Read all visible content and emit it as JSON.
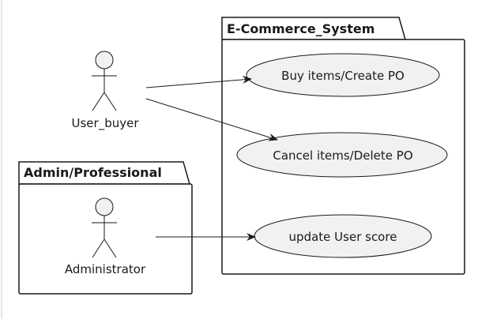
{
  "packages": {
    "ecommerce": {
      "title": "E-Commerce_System"
    },
    "admin": {
      "title": "Admin/Professional"
    }
  },
  "actors": {
    "buyer": {
      "name": "User_buyer"
    },
    "administrator": {
      "name": "Administrator"
    }
  },
  "use_cases": {
    "buy": {
      "label": "Buy items/Create PO"
    },
    "cancel": {
      "label": "Cancel items/Delete PO"
    },
    "update_score": {
      "label": "update User score"
    }
  },
  "associations": [
    {
      "from": "User_buyer",
      "to": "Buy items/Create PO"
    },
    {
      "from": "User_buyer",
      "to": "Cancel items/Delete PO"
    },
    {
      "from": "Administrator",
      "to": "update User score"
    }
  ],
  "colors": {
    "stroke": "#1a1a1a",
    "usecase_fill": "#f1f1f1",
    "actor_fill": "#f1f1f1",
    "package_fill": "#ffffff"
  }
}
